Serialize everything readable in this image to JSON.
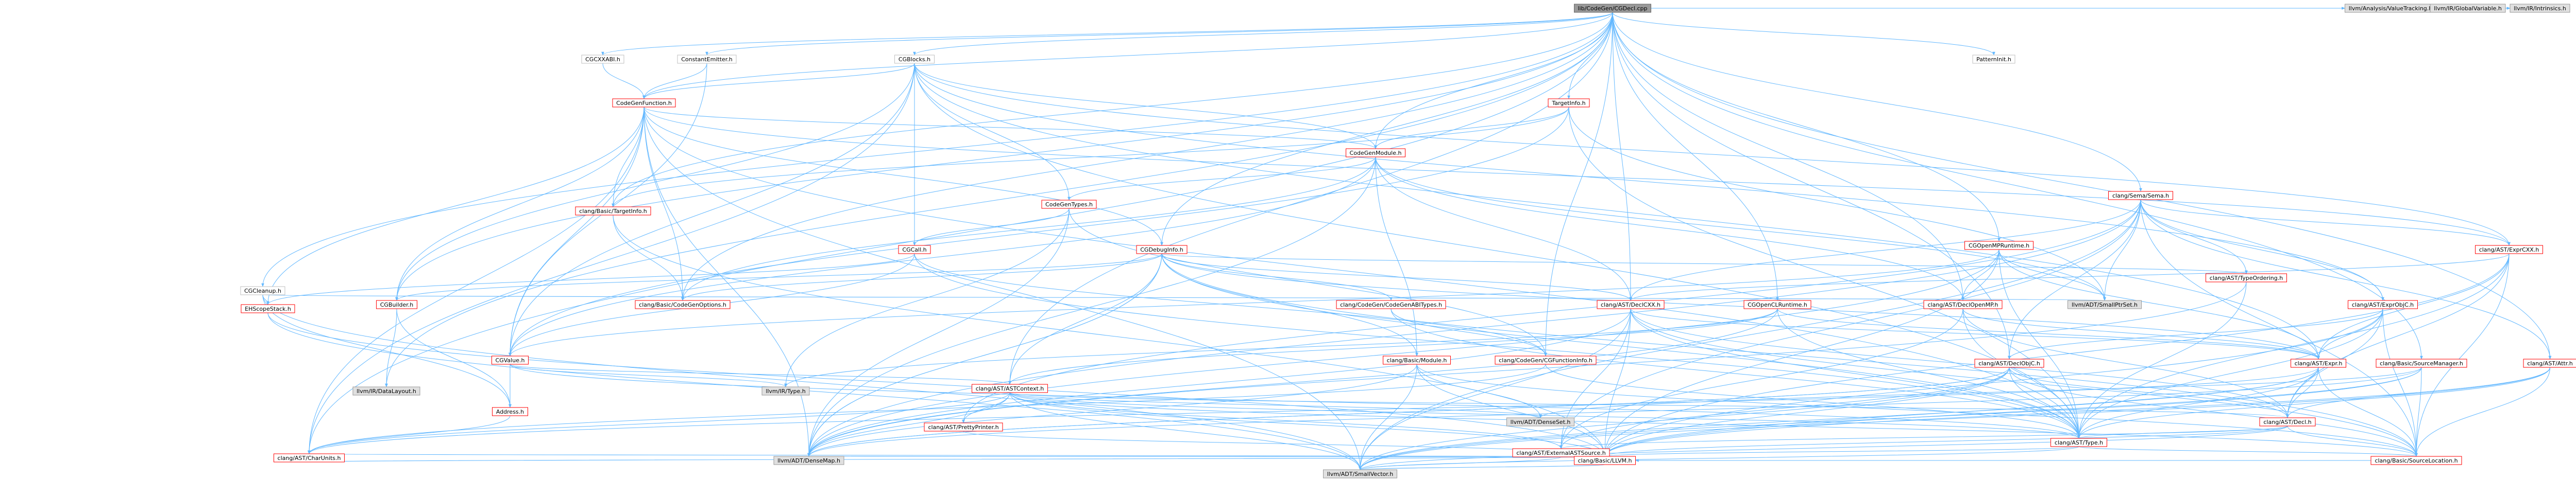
{
  "graph": {
    "nodes": [
      {
        "id": "root",
        "label": "lib/CodeGen/CGDecl.cpp",
        "style": "root"
      },
      {
        "id": "cgcxxabi",
        "label": "CGCXXABI.h",
        "style": "plain"
      },
      {
        "id": "cgblocks",
        "label": "CGBlocks.h",
        "style": "plain"
      },
      {
        "id": "constantemitter",
        "label": "ConstantEmitter.h",
        "style": "plain"
      },
      {
        "id": "targetinfo",
        "label": "TargetInfo.h",
        "style": "red"
      },
      {
        "id": "codegenfunction",
        "label": "CodeGenFunction.h",
        "style": "red"
      },
      {
        "id": "codegenmodule",
        "label": "CodeGenModule.h",
        "style": "red"
      },
      {
        "id": "codegentypes",
        "label": "CodeGenTypes.h",
        "style": "red"
      },
      {
        "id": "cgcleanup",
        "label": "CGCleanup.h",
        "style": "plain"
      },
      {
        "id": "cgcall",
        "label": "CGCall.h",
        "style": "red"
      },
      {
        "id": "cgdebuginfo",
        "label": "CGDebugInfo.h",
        "style": "red"
      },
      {
        "id": "cgopenmpruntime",
        "label": "CGOpenMPRuntime.h",
        "style": "red"
      },
      {
        "id": "cgopenclruntime",
        "label": "CGOpenCLRuntime.h",
        "style": "red"
      },
      {
        "id": "ehscopestack",
        "label": "EHScopeStack.h",
        "style": "red"
      },
      {
        "id": "cgbuilder",
        "label": "CGBuilder.h",
        "style": "red"
      },
      {
        "id": "cgvalue",
        "label": "CGValue.h",
        "style": "red"
      },
      {
        "id": "address",
        "label": "Address.h",
        "style": "red"
      },
      {
        "id": "patterninit",
        "label": "PatternInit.h",
        "style": "plain"
      },
      {
        "id": "semasema",
        "label": "clang/Sema/Sema.h",
        "style": "red"
      },
      {
        "id": "basictargetinfo",
        "label": "clang/Basic/TargetInfo.h",
        "style": "red"
      },
      {
        "id": "codegenoptions",
        "label": "clang/Basic/CodeGenOptions.h",
        "style": "red"
      },
      {
        "id": "codegenabitypes",
        "label": "clang/CodeGen/CodeGenABITypes.h",
        "style": "red"
      },
      {
        "id": "cgfunctioninfo",
        "label": "clang/CodeGen/CGFunctionInfo.h",
        "style": "red"
      },
      {
        "id": "basicmodule",
        "label": "clang/Basic/Module.h",
        "style": "red"
      },
      {
        "id": "astcontext",
        "label": "clang/AST/ASTContext.h",
        "style": "red"
      },
      {
        "id": "declcxx",
        "label": "clang/AST/DeclCXX.h",
        "style": "red"
      },
      {
        "id": "declopenmp",
        "label": "clang/AST/DeclOpenMP.h",
        "style": "red"
      },
      {
        "id": "declobjc",
        "label": "clang/AST/DeclObjC.h",
        "style": "red"
      },
      {
        "id": "decl",
        "label": "clang/AST/Decl.h",
        "style": "red"
      },
      {
        "id": "expr",
        "label": "clang/AST/Expr.h",
        "style": "red"
      },
      {
        "id": "exprcxx",
        "label": "clang/AST/ExprCXX.h",
        "style": "red"
      },
      {
        "id": "exprobjc",
        "label": "clang/AST/ExprObjC.h",
        "style": "red"
      },
      {
        "id": "typeordering",
        "label": "clang/AST/TypeOrdering.h",
        "style": "red"
      },
      {
        "id": "type",
        "label": "clang/AST/Type.h",
        "style": "red"
      },
      {
        "id": "prettyprinter",
        "label": "clang/AST/PrettyPrinter.h",
        "style": "red"
      },
      {
        "id": "externalastsource",
        "label": "clang/AST/ExternalASTSource.h",
        "style": "red"
      },
      {
        "id": "charunits",
        "label": "clang/AST/CharUnits.h",
        "style": "red"
      },
      {
        "id": "attr",
        "label": "clang/AST/Attr.h",
        "style": "red"
      },
      {
        "id": "sourcemanager",
        "label": "clang/Basic/SourceManager.h",
        "style": "red"
      },
      {
        "id": "sourcelocation",
        "label": "clang/Basic/SourceLocation.h",
        "style": "red"
      },
      {
        "id": "basicllvm",
        "label": "clang/Basic/LLVM.h",
        "style": "red"
      },
      {
        "id": "irtype",
        "label": "llvm/IR/Type.h",
        "style": "gray"
      },
      {
        "id": "datalayout",
        "label": "llvm/IR/DataLayout.h",
        "style": "gray"
      },
      {
        "id": "densemap",
        "label": "llvm/ADT/DenseMap.h",
        "style": "gray"
      },
      {
        "id": "denseset",
        "label": "llvm/ADT/DenseSet.h",
        "style": "gray"
      },
      {
        "id": "smallptrset",
        "label": "llvm/ADT/SmallPtrSet.h",
        "style": "gray"
      },
      {
        "id": "smallvector",
        "label": "llvm/ADT/SmallVector.h",
        "style": "gray"
      },
      {
        "id": "valuetracking",
        "label": "llvm/Analysis/ValueTracking.h",
        "style": "gray"
      },
      {
        "id": "globalvariable",
        "label": "llvm/IR/GlobalVariable.h",
        "style": "gray"
      },
      {
        "id": "intrinsics",
        "label": "llvm/IR/Intrinsics.h",
        "style": "gray"
      }
    ],
    "edges": [
      [
        "root",
        "cgcxxabi"
      ],
      [
        "root",
        "cgblocks"
      ],
      [
        "root",
        "constantemitter"
      ],
      [
        "root",
        "targetinfo"
      ],
      [
        "root",
        "codegenfunction"
      ],
      [
        "root",
        "codegenmodule"
      ],
      [
        "root",
        "cgcleanup"
      ],
      [
        "root",
        "cgdebuginfo"
      ],
      [
        "root",
        "cgopenmpruntime"
      ],
      [
        "root",
        "cgopenclruntime"
      ],
      [
        "root",
        "patterninit"
      ],
      [
        "root",
        "semasema"
      ],
      [
        "root",
        "basictargetinfo"
      ],
      [
        "root",
        "codegenoptions"
      ],
      [
        "root",
        "cgfunctioninfo"
      ],
      [
        "root",
        "astcontext"
      ],
      [
        "root",
        "declcxx"
      ],
      [
        "root",
        "declopenmp"
      ],
      [
        "root",
        "declobjc"
      ],
      [
        "root",
        "charunits"
      ],
      [
        "root",
        "attr"
      ],
      [
        "root",
        "sourcemanager"
      ],
      [
        "root",
        "datalayout"
      ],
      [
        "root",
        "valuetracking"
      ],
      [
        "root",
        "globalvariable"
      ],
      [
        "root",
        "intrinsics"
      ],
      [
        "root",
        "cgbuilder"
      ],
      [
        "cgcxxabi",
        "codegenfunction"
      ],
      [
        "constantemitter",
        "codegenfunction"
      ],
      [
        "constantemitter",
        "cgvalue"
      ],
      [
        "targetinfo",
        "codegenmodule"
      ],
      [
        "targetinfo",
        "cgvalue"
      ],
      [
        "targetinfo",
        "basictargetinfo"
      ],
      [
        "targetinfo",
        "type"
      ],
      [
        "targetinfo",
        "smallptrset"
      ],
      [
        "cgblocks",
        "codegenfunction"
      ],
      [
        "cgblocks",
        "codegenmodule"
      ],
      [
        "cgblocks",
        "codegentypes"
      ],
      [
        "cgblocks",
        "cgbuilder"
      ],
      [
        "cgblocks",
        "cgcall"
      ],
      [
        "cgblocks",
        "cgvalue"
      ],
      [
        "cgblocks",
        "charunits"
      ],
      [
        "cgblocks",
        "expr"
      ],
      [
        "cgblocks",
        "exprcxx"
      ],
      [
        "cgblocks",
        "exprobjc"
      ],
      [
        "cgblocks",
        "type"
      ],
      [
        "codegenfunction",
        "codegenmodule"
      ],
      [
        "codegenfunction",
        "cgbuilder"
      ],
      [
        "codegenfunction",
        "cgdebuginfo"
      ],
      [
        "codegenfunction",
        "cgvalue"
      ],
      [
        "codegenfunction",
        "ehscopestack"
      ],
      [
        "codegenfunction",
        "basictargetinfo"
      ],
      [
        "codegenfunction",
        "codegenoptions"
      ],
      [
        "codegenfunction",
        "charunits"
      ],
      [
        "codegenfunction",
        "exprcxx"
      ],
      [
        "codegenfunction",
        "type"
      ],
      [
        "codegenfunction",
        "densemap"
      ],
      [
        "codegenfunction",
        "smallvector"
      ],
      [
        "codegenmodule",
        "codegentypes"
      ],
      [
        "codegenmodule",
        "cgvalue"
      ],
      [
        "codegenmodule",
        "basicmodule"
      ],
      [
        "codegenmodule",
        "declcxx"
      ],
      [
        "codegenmodule",
        "declopenmp"
      ],
      [
        "codegenmodule",
        "smallptrset"
      ],
      [
        "codegenmodule",
        "densemap"
      ],
      [
        "codegenmodule",
        "codegenoptions"
      ],
      [
        "codegentypes",
        "cgcall"
      ],
      [
        "codegentypes",
        "cgfunctioninfo"
      ],
      [
        "codegentypes",
        "densemap"
      ],
      [
        "codegentypes",
        "irtype"
      ],
      [
        "cgcall",
        "cgvalue"
      ],
      [
        "cgcall",
        "ehscopestack"
      ],
      [
        "cgcall",
        "cgfunctioninfo"
      ],
      [
        "cgcall",
        "type"
      ],
      [
        "cgcleanup",
        "ehscopestack"
      ],
      [
        "cgcleanup",
        "address"
      ],
      [
        "cgcleanup",
        "smallptrset"
      ],
      [
        "cgcleanup",
        "smallvector"
      ],
      [
        "cgdebuginfo",
        "cgbuilder"
      ],
      [
        "cgdebuginfo",
        "codegenabitypes"
      ],
      [
        "cgdebuginfo",
        "astcontext"
      ],
      [
        "cgdebuginfo",
        "declcxx"
      ],
      [
        "cgdebuginfo",
        "expr"
      ],
      [
        "cgdebuginfo",
        "type"
      ],
      [
        "cgdebuginfo",
        "typeordering"
      ],
      [
        "cgdebuginfo",
        "basicmodule"
      ],
      [
        "cgdebuginfo",
        "sourcelocation"
      ],
      [
        "cgdebuginfo",
        "densemap"
      ],
      [
        "cgdebuginfo",
        "densemap"
      ],
      [
        "cgdebuginfo",
        "codegenoptions"
      ],
      [
        "cgopenmpruntime",
        "cgvalue"
      ],
      [
        "cgopenmpruntime",
        "declopenmp"
      ],
      [
        "cgopenmpruntime",
        "expr"
      ],
      [
        "cgopenmpruntime",
        "type"
      ],
      [
        "cgopenmpruntime",
        "basicllvm"
      ],
      [
        "cgopenmpruntime",
        "smallptrset"
      ],
      [
        "cgopenmpruntime",
        "densemap"
      ],
      [
        "cgopenclruntime",
        "astcontext"
      ],
      [
        "cgopenclruntime",
        "expr"
      ],
      [
        "cgopenclruntime",
        "type"
      ],
      [
        "cgopenclruntime",
        "densemap"
      ],
      [
        "cgopenclruntime",
        "irtype"
      ],
      [
        "ehscopestack",
        "basicllvm"
      ],
      [
        "ehscopestack",
        "smallvector"
      ],
      [
        "cgbuilder",
        "address"
      ],
      [
        "cgbuilder",
        "datalayout"
      ],
      [
        "cgvalue",
        "address"
      ],
      [
        "cgvalue",
        "astcontext"
      ],
      [
        "cgvalue",
        "type"
      ],
      [
        "cgvalue",
        "irtype"
      ],
      [
        "address",
        "charunits"
      ],
      [
        "semasema",
        "attr"
      ],
      [
        "semasema",
        "declcxx"
      ],
      [
        "semasema",
        "declobjc"
      ],
      [
        "semasema",
        "exprcxx"
      ],
      [
        "semasema",
        "exprobjc"
      ],
      [
        "semasema",
        "externalastsource"
      ],
      [
        "semasema",
        "prettyprinter"
      ],
      [
        "semasema",
        "typeordering"
      ],
      [
        "semasema",
        "sourcelocation"
      ],
      [
        "semasema",
        "densemap"
      ],
      [
        "semasema",
        "smallptrset"
      ],
      [
        "semasema",
        "smallvector"
      ],
      [
        "basictargetinfo",
        "codegenoptions"
      ],
      [
        "basictargetinfo",
        "basicllvm"
      ],
      [
        "codegenabitypes",
        "cgfunctioninfo"
      ],
      [
        "codegenabitypes",
        "type"
      ],
      [
        "cgfunctioninfo",
        "type"
      ],
      [
        "cgfunctioninfo",
        "charunits"
      ],
      [
        "basicmodule",
        "sourcelocation"
      ],
      [
        "basicmodule",
        "basicllvm"
      ],
      [
        "basicmodule",
        "densemap"
      ],
      [
        "basicmodule",
        "denseset"
      ],
      [
        "basicmodule",
        "smallvector"
      ],
      [
        "astcontext",
        "charunits"
      ],
      [
        "astcontext",
        "decl"
      ],
      [
        "astcontext",
        "externalastsource"
      ],
      [
        "astcontext",
        "prettyprinter"
      ],
      [
        "astcontext",
        "type"
      ],
      [
        "astcontext",
        "sourcelocation"
      ],
      [
        "astcontext",
        "basicllvm"
      ],
      [
        "astcontext",
        "densemap"
      ],
      [
        "astcontext",
        "denseset"
      ],
      [
        "astcontext",
        "smallvector"
      ],
      [
        "declcxx",
        "decl"
      ],
      [
        "declcxx",
        "expr"
      ],
      [
        "declcxx",
        "type"
      ],
      [
        "declcxx",
        "externalastsource"
      ],
      [
        "declcxx",
        "sourcelocation"
      ],
      [
        "declcxx",
        "basicllvm"
      ],
      [
        "declcxx",
        "densemap"
      ],
      [
        "declcxx",
        "smallvector"
      ],
      [
        "declopenmp",
        "decl"
      ],
      [
        "declopenmp",
        "expr"
      ],
      [
        "declopenmp",
        "externalastsource"
      ],
      [
        "declopenmp",
        "type"
      ],
      [
        "declobjc",
        "decl"
      ],
      [
        "declobjc",
        "externalastsource"
      ],
      [
        "declobjc",
        "type"
      ],
      [
        "declobjc",
        "sourcelocation"
      ],
      [
        "declobjc",
        "basicllvm"
      ],
      [
        "declobjc",
        "densemap"
      ],
      [
        "declobjc",
        "densemap"
      ],
      [
        "declobjc",
        "smallvector"
      ],
      [
        "decl",
        "type"
      ],
      [
        "decl",
        "externalastsource"
      ],
      [
        "decl",
        "sourcelocation"
      ],
      [
        "decl",
        "basicllvm"
      ],
      [
        "decl",
        "smallvector"
      ],
      [
        "expr",
        "decl"
      ],
      [
        "expr",
        "charunits"
      ],
      [
        "expr",
        "type"
      ],
      [
        "expr",
        "sourcelocation"
      ],
      [
        "expr",
        "basicllvm"
      ],
      [
        "expr",
        "smallvector"
      ],
      [
        "exprcxx",
        "decl"
      ],
      [
        "exprcxx",
        "declcxx"
      ],
      [
        "exprcxx",
        "expr"
      ],
      [
        "exprcxx",
        "type"
      ],
      [
        "exprcxx",
        "sourcelocation"
      ],
      [
        "exprcxx",
        "basicllvm"
      ],
      [
        "exprobjc",
        "decl"
      ],
      [
        "exprobjc",
        "declobjc"
      ],
      [
        "exprobjc",
        "expr"
      ],
      [
        "exprobjc",
        "type"
      ],
      [
        "exprobjc",
        "sourcelocation"
      ],
      [
        "exprobjc",
        "basicllvm"
      ],
      [
        "typeordering",
        "type"
      ],
      [
        "typeordering",
        "densemap"
      ],
      [
        "type",
        "sourcelocation"
      ],
      [
        "type",
        "basicllvm"
      ],
      [
        "type",
        "smallvector"
      ],
      [
        "prettyprinter",
        "basicllvm"
      ],
      [
        "externalastsource",
        "charunits"
      ],
      [
        "externalastsource",
        "basicllvm"
      ],
      [
        "externalastsource",
        "densemap"
      ],
      [
        "externalastsource",
        "smallvector"
      ],
      [
        "attr",
        "decl"
      ],
      [
        "attr",
        "type"
      ],
      [
        "attr",
        "sourcelocation"
      ],
      [
        "attr",
        "basicllvm"
      ],
      [
        "attr",
        "smallvector"
      ],
      [
        "sourcemanager",
        "sourcelocation"
      ],
      [
        "sourcemanager",
        "basicllvm"
      ],
      [
        "sourcemanager",
        "densemap"
      ],
      [
        "sourcemanager",
        "denseset"
      ],
      [
        "sourcemanager",
        "smallvector"
      ],
      [
        "sourcelocation",
        "basicllvm"
      ],
      [
        "basicllvm",
        "smallvector"
      ],
      [
        "charunits",
        "basicllvm"
      ]
    ]
  }
}
